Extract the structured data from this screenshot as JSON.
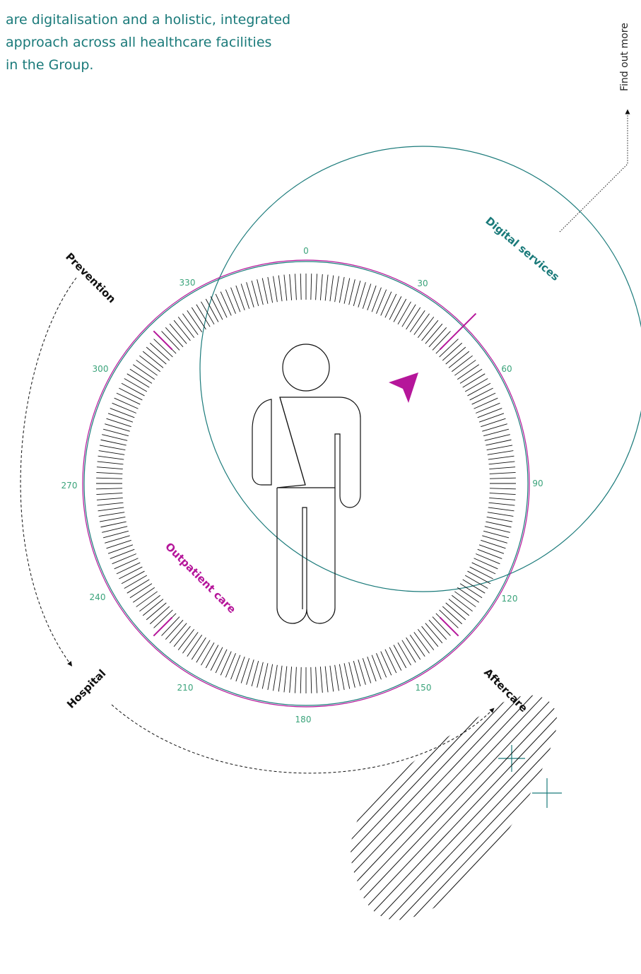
{
  "intro": {
    "line1": "are digitalisation and a holistic, integrated",
    "line2": "approach across all healthcare facilities",
    "line3": "in the Group."
  },
  "find_more_label": "Find out more",
  "services": {
    "digital": "Digital services",
    "outpatient": "Outpatient care"
  },
  "stages": {
    "prevention": "Prevention",
    "hospital": "Hospital",
    "aftercare": "Aftercare"
  },
  "dial_degrees": [
    "0",
    "30",
    "60",
    "90",
    "120",
    "150",
    "180",
    "210",
    "240",
    "270",
    "300",
    "330"
  ],
  "colors": {
    "teal": "#1a7a7a",
    "magenta": "#b5169a",
    "degree_label": "#3aa37a",
    "ink": "#111111"
  },
  "icons": {
    "pointer": "triangle-pointer-icon",
    "crosses": "plus-mark-icon",
    "hatch": "hatched-shape",
    "figure": "person-with-sling-icon"
  }
}
